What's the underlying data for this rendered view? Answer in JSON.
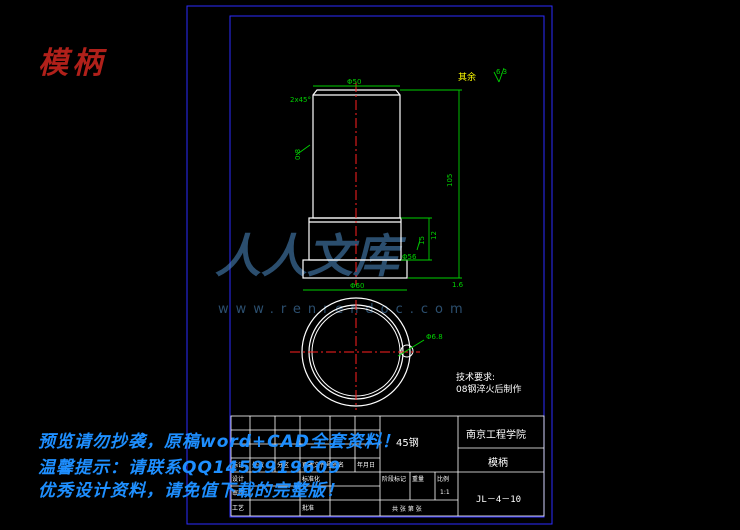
{
  "page": {
    "title": "模柄",
    "warnings": [
      "预览请勿抄袭，原稿word+CAD全套资料！",
      "温馨提示：请联系QQ1459919609",
      "优秀设计资料，请免值下载的完整版！"
    ]
  },
  "watermark": {
    "text": "人人文库",
    "url": "www.renrendoc.com"
  },
  "drawing": {
    "dims": {
      "top_dia": "Φ50",
      "chamfer": "2x45°",
      "height": "105",
      "flange_h": "15",
      "flange_dia": "Φ56",
      "base_dia": "Φ60",
      "small_h": "12",
      "bottom": "1.6",
      "hole": "Φ6.8",
      "roughness_side": "0.8",
      "roughness_top": "6.3",
      "rest": "其余"
    },
    "notes": {
      "heading": "技术要求:",
      "line1": "08钢淬火后制作"
    }
  },
  "title_block": {
    "school": "南京工程学院",
    "part_name": "模柄",
    "material": "45钢",
    "drawing_no": "JL－4－10",
    "scale": "1:1",
    "rows": [
      "标记",
      "处数",
      "分区",
      "更改文件号",
      "签名",
      "年月日"
    ],
    "roles": [
      "设计",
      "审核",
      "工艺"
    ],
    "std": "标准化",
    "approve": "批准",
    "stage": "阶段标记",
    "weight": "重量",
    "ratio": "比例",
    "sheets": "共 张 第 张"
  }
}
